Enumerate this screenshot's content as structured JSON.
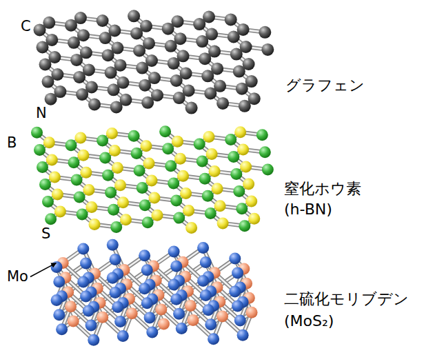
{
  "diagram": {
    "labels": [
      "C",
      "グラフェン",
      "N",
      "B",
      "窒化ホウ素",
      "(h-BN)",
      "S",
      "Mo",
      "二硫化モリブデン",
      "(MoS₂)"
    ]
  }
}
